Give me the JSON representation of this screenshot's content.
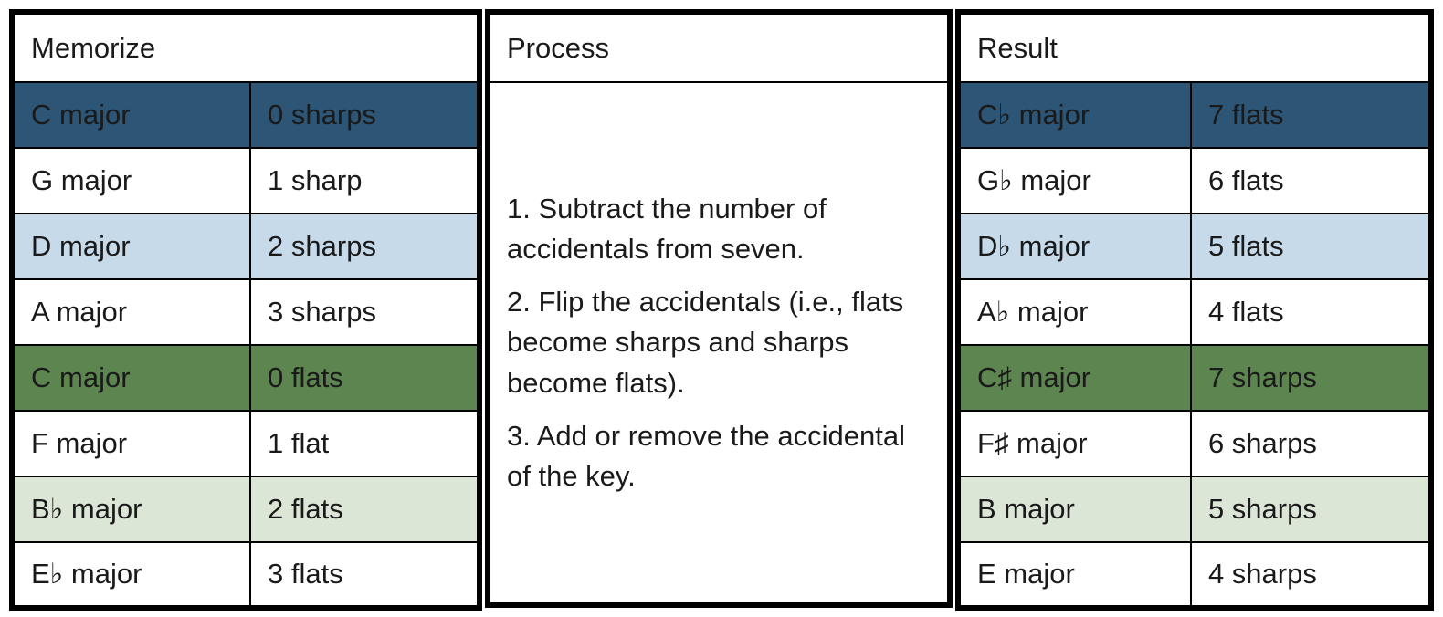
{
  "memorize": {
    "header": "Memorize",
    "rows": [
      {
        "key": "C major",
        "accidentals": "0 sharps",
        "tint": "tint-darkblue"
      },
      {
        "key": "G major",
        "accidentals": "1 sharp",
        "tint": "tint-white"
      },
      {
        "key": "D major",
        "accidentals": "2 sharps",
        "tint": "tint-lightblue"
      },
      {
        "key": "A major",
        "accidentals": "3 sharps",
        "tint": "tint-white"
      },
      {
        "key": "C major",
        "accidentals": "0 flats",
        "tint": "tint-green"
      },
      {
        "key": "F major",
        "accidentals": "1 flat",
        "tint": "tint-white"
      },
      {
        "key": "B♭ major",
        "accidentals": "2 flats",
        "tint": "tint-lightgreen"
      },
      {
        "key": "E♭ major",
        "accidentals": "3 flats",
        "tint": "tint-white"
      }
    ]
  },
  "process": {
    "header": "Process",
    "steps": [
      "1. Subtract the number of accidentals from seven.",
      "2. Flip the accidentals (i.e., flats become sharps and sharps become flats).",
      "3. Add or remove the accidental of the key."
    ]
  },
  "result": {
    "header": "Result",
    "rows": [
      {
        "key": "C♭ major",
        "accidentals": "7 flats",
        "tint": "tint-darkblue"
      },
      {
        "key": "G♭ major",
        "accidentals": "6 flats",
        "tint": "tint-white"
      },
      {
        "key": "D♭ major",
        "accidentals": "5 flats",
        "tint": "tint-lightblue"
      },
      {
        "key": "A♭ major",
        "accidentals": "4 flats",
        "tint": "tint-white"
      },
      {
        "key": "C♯ major",
        "accidentals": "7 sharps",
        "tint": "tint-green"
      },
      {
        "key": "F♯ major",
        "accidentals": "6 sharps",
        "tint": "tint-white"
      },
      {
        "key": "B major",
        "accidentals": "5 sharps",
        "tint": "tint-lightgreen"
      },
      {
        "key": "E major",
        "accidentals": "4 sharps",
        "tint": "tint-white"
      }
    ]
  },
  "colors": {
    "dark_blue": "#2d5575",
    "light_blue": "#c6daea",
    "green": "#5c8550",
    "light_green": "#dce6d7",
    "border": "#000000",
    "text": "#1a1a1a",
    "inverse_text": "#ffffff"
  }
}
